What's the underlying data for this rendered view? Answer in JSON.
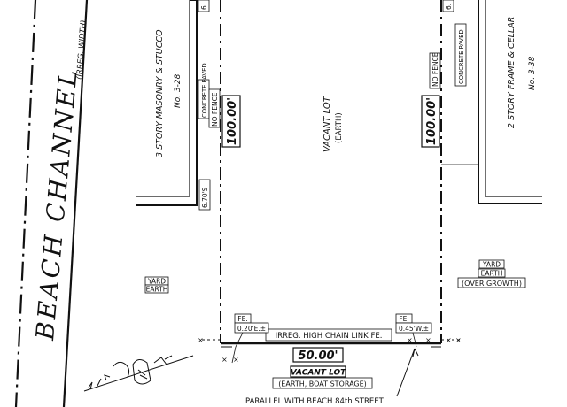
{
  "channel": {
    "name": "BEACH CHANNEL",
    "width_note": "(IRREG. WIDTH)"
  },
  "left_building": {
    "description": "3 STORY MASONRY & STUCCO",
    "number": "No. 3-28",
    "paving": "CONCRETE PAVED",
    "fence": "NO FENCE",
    "offset": "6.70'S",
    "top_tag": "6."
  },
  "center_lot": {
    "label": "VACANT LOT",
    "surface": "(EARTH)",
    "dim_left": "100.00'",
    "dim_right": "100.00'",
    "frontage": "50.00'",
    "fence_label": "IRREG. HIGH CHAIN LINK FE.",
    "fe_left": {
      "title": "FE.",
      "value": "0.20'E.±"
    },
    "fe_right": {
      "title": "FE.",
      "value": "0.45'W.±"
    }
  },
  "right_building": {
    "description": "2 STORY FRAME & CELLAR",
    "number": "No. 3-38",
    "paving": "CONCRETE PAVED",
    "fence": "NO FENCE",
    "top_tag": "6."
  },
  "left_yard": {
    "line1": "YARD",
    "line2": "EARTH"
  },
  "right_yard": {
    "line1": "YARD",
    "line2": "EARTH",
    "line3": "(OVER GROWTH)"
  },
  "south_lot": {
    "label": "VACANT LOT",
    "surface": "(EARTH, BOAT STORAGE)"
  },
  "note": "PARALLEL WITH BEACH 84th STREET"
}
